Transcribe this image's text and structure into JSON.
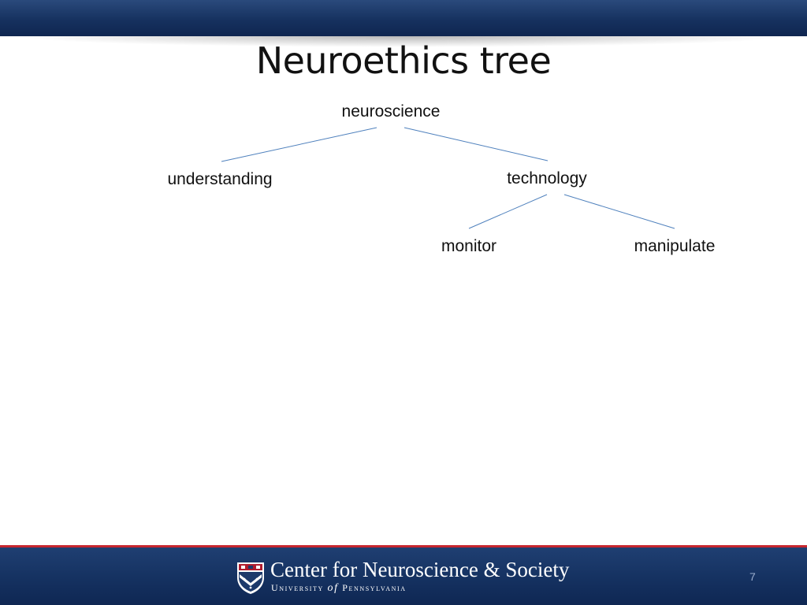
{
  "slide": {
    "title": "Neuroethics tree",
    "page_number": "7"
  },
  "tree": {
    "nodes": {
      "neuroscience": "neuroscience",
      "understanding": "understanding",
      "technology": "technology",
      "monitor": "monitor",
      "manipulate": "manipulate"
    },
    "edges": [
      [
        "neuroscience",
        "understanding"
      ],
      [
        "neuroscience",
        "technology"
      ],
      [
        "technology",
        "monitor"
      ],
      [
        "technology",
        "manipulate"
      ]
    ],
    "line_color": "#4f81bd"
  },
  "footer": {
    "org_name": "Center for Neuroscience & Society",
    "org_sub_prefix": "University ",
    "org_sub_of": "of",
    "org_sub_suffix": " Pennsylvania",
    "bar_color": "#14305f",
    "accent_color": "#c6262e"
  }
}
